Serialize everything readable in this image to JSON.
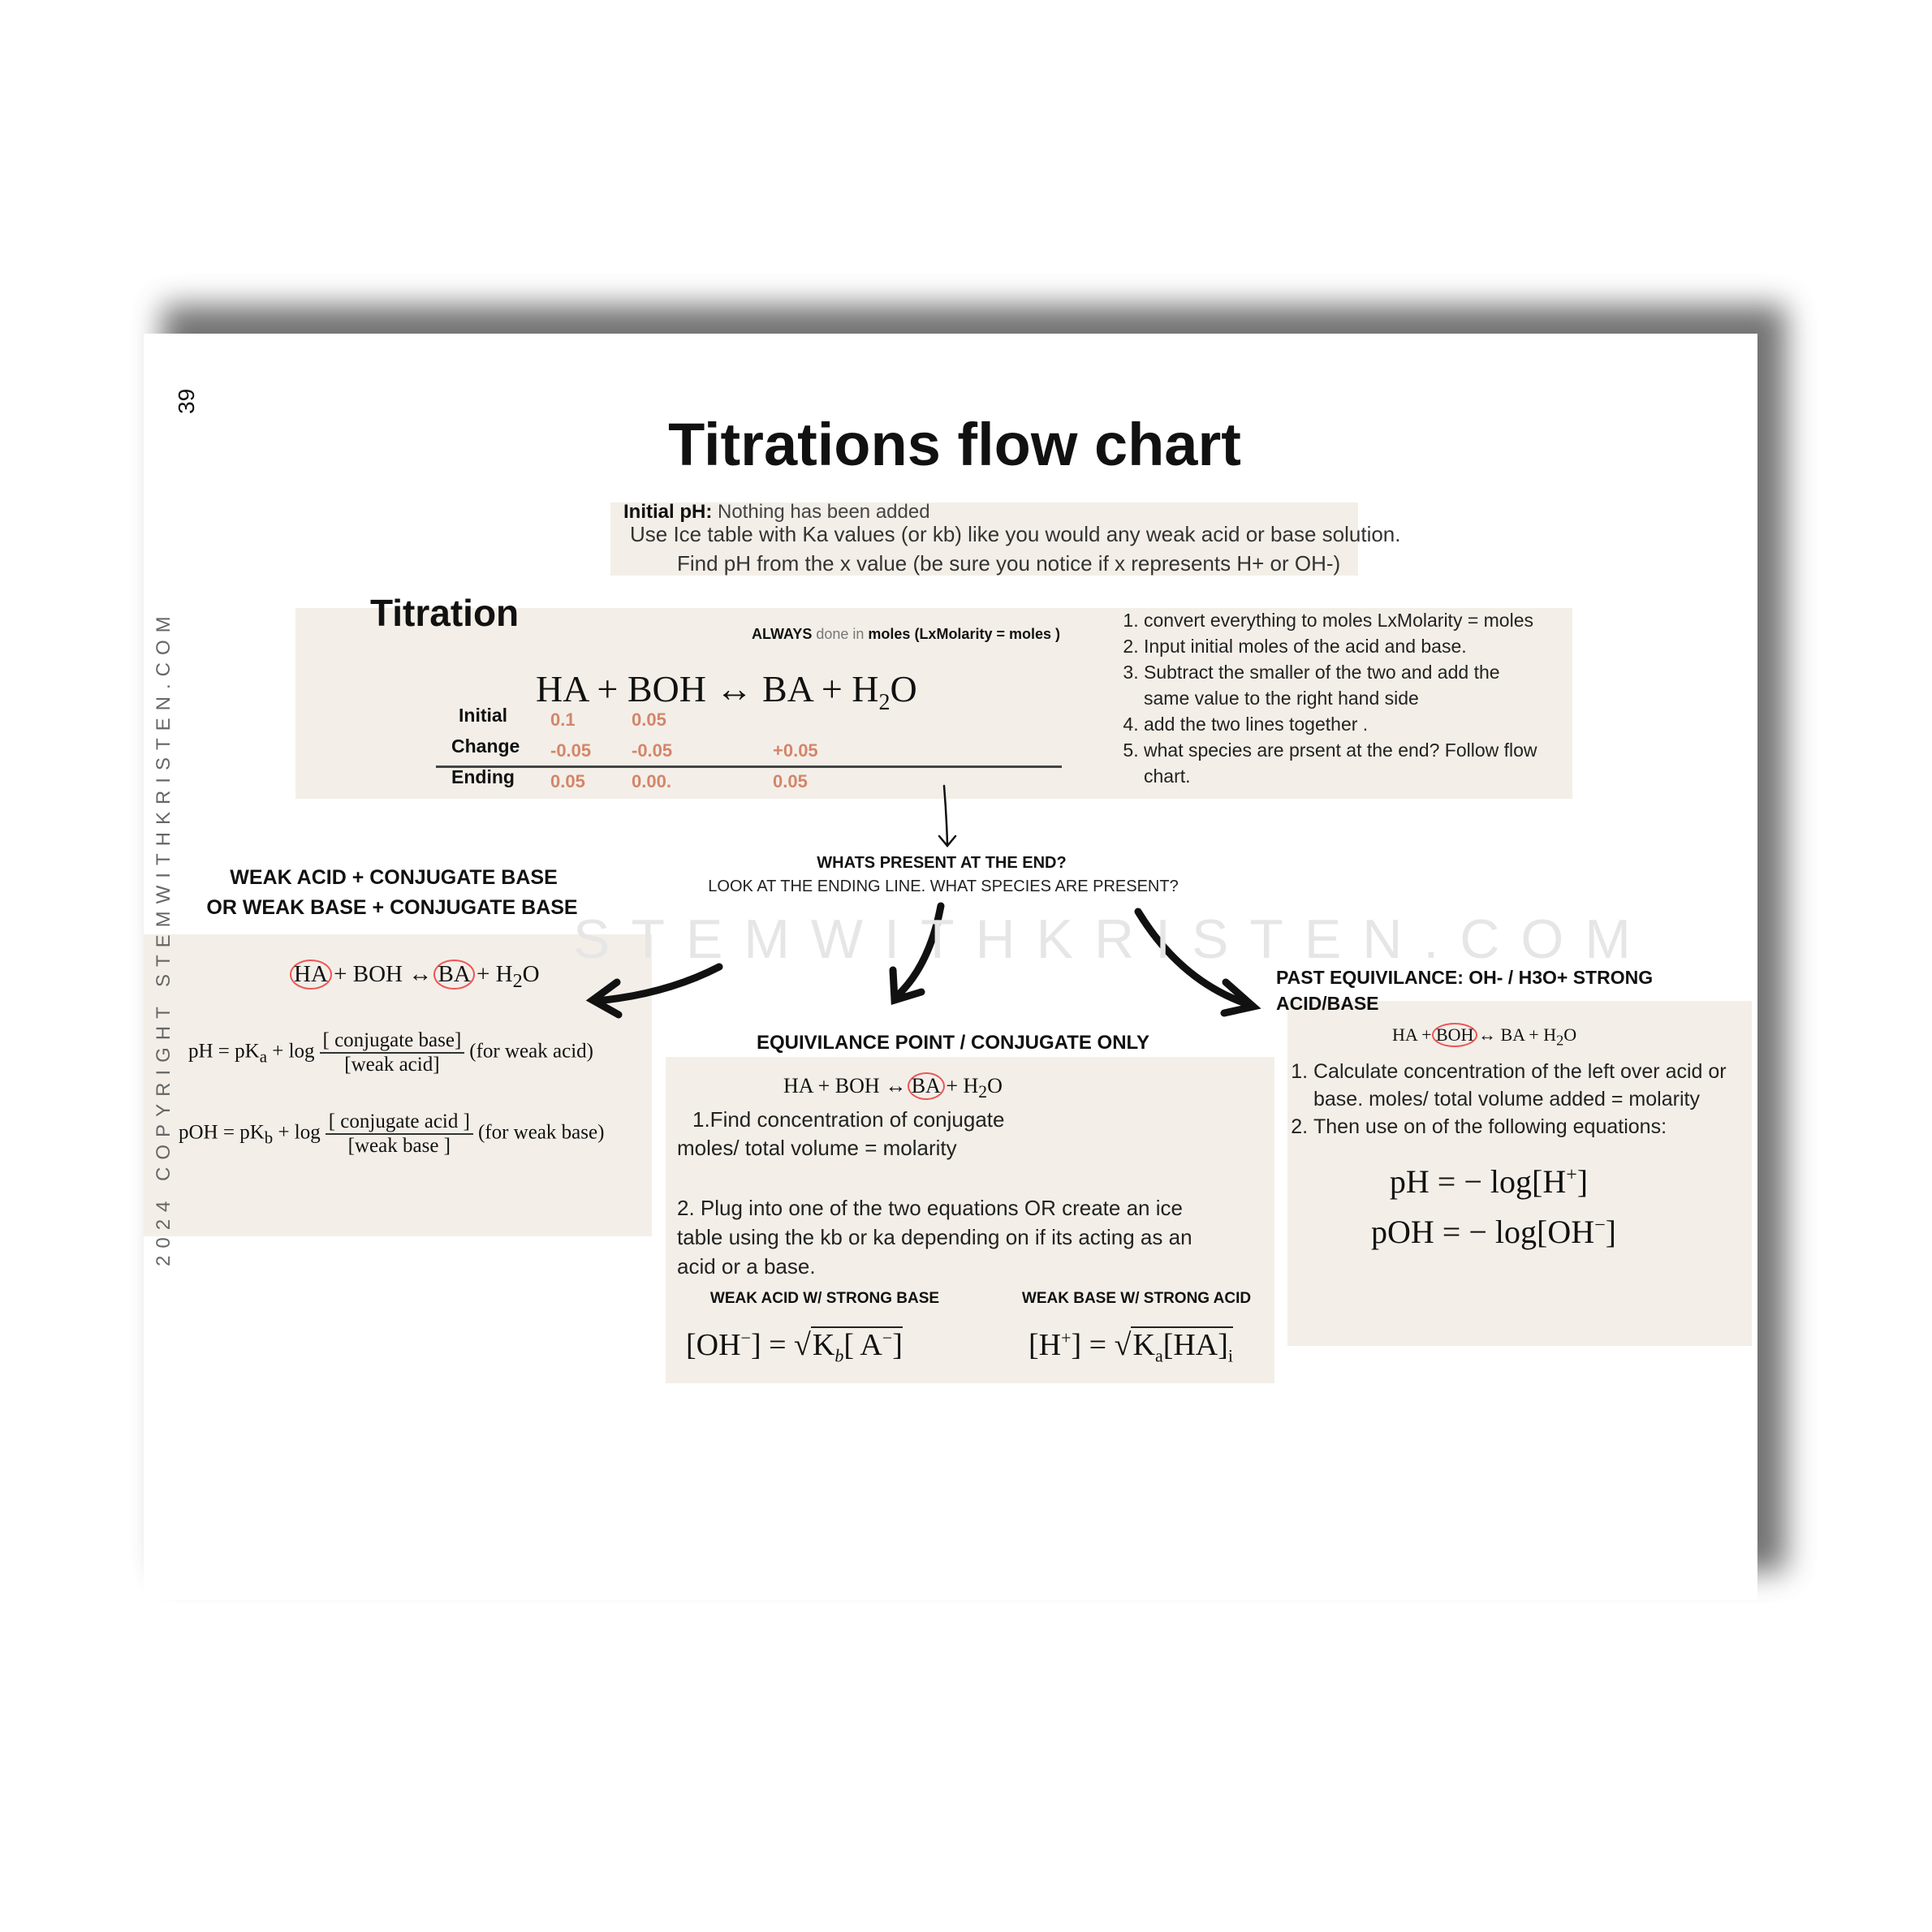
{
  "page_number": "39",
  "title": "Titrations flow chart",
  "watermark": "STEMWITHKRISTEN.COM",
  "copyright": "2024 COPYRIGHT STEMWITHKRISTEN.COM",
  "initial_ph": {
    "label": "Initial pH:",
    "note": "Nothing has been added",
    "line1": "Use Ice table with Ka values (or kb) like you would any weak acid or base solution.",
    "line2": "Find pH from the x value (be sure you notice if x represents H+ or OH-)"
  },
  "titration": {
    "heading": "Titration",
    "always": "ALWAYS",
    "done_in": " done in ",
    "moles": "moles (LxMolarity = moles )",
    "equation": {
      "a": "HA + BOH ↔ BA + H",
      "sub": "2",
      "b": "O"
    },
    "rows": [
      {
        "label": "Initial",
        "values": [
          "0.1",
          "0.05",
          ""
        ]
      },
      {
        "label": "Change",
        "values": [
          "-0.05",
          "-0.05",
          "+0.05"
        ]
      },
      {
        "label": "Ending",
        "values": [
          "0.05",
          "0.00.",
          "0.05"
        ]
      }
    ],
    "steps": [
      "convert everything to moles  LxMolarity = moles",
      "Input initial moles of the acid and base.",
      "Subtract the smaller of the two and add the same value  to the right hand side",
      " add the two lines together .",
      "what species are prsent at the end? Follow flow chart."
    ]
  },
  "question": {
    "title": "WHATS PRESENT AT THE END?",
    "subtitle": "LOOK AT THE ENDING LINE. WHAT SPECIES ARE PRESENT?"
  },
  "reaction_tokens": [
    "HA",
    " + ",
    "BOH",
    " ↔ ",
    "BA",
    " + H",
    "2",
    "O"
  ],
  "buffer": {
    "heading1": "WEAK ACID + CONJUGATE BASE",
    "heading2": "OR WEAK BASE + CONJUGATE BASE",
    "ph_lhs": "pH = pK",
    "ph_sub": "a",
    "log": " + log",
    "ph_num": "[ conjugate base]",
    "ph_den": "[weak acid]",
    "ph_note": "(for weak acid)",
    "poh_lhs": "pOH = pK",
    "poh_sub": "b",
    "poh_num": "[ conjugate acid ]",
    "poh_den": "[weak base ]",
    "poh_note": "(for weak base)"
  },
  "equivalence": {
    "heading": "EQUIVILANCE POINT / CONJUGATE ONLY",
    "step1a": "1.Find concentration of conjugate",
    "step1b": "moles/ total volume = molarity",
    "step2": "2. Plug into one of the two equations OR create an ice table using the kb or ka depending on if its acting as an acid or a base.",
    "left_label": "WEAK ACID W/ STRONG BASE",
    "right_label": "WEAK BASE W/ STRONG ACID",
    "left_eq": {
      "lhs": "[OH",
      "sup": "−",
      "mid": "] = √",
      "k": "K",
      "ksub": "b",
      "rhs": "[ A",
      "rsup": "−",
      "end": "]"
    },
    "right_eq": {
      "lhs": "[H",
      "sup": "+",
      "mid": "] = √",
      "k": "K",
      "ksub": "a",
      "rhs": "[HA]",
      "rsub": "i"
    }
  },
  "past": {
    "heading": "PAST EQUIVILANCE: OH- / H3O+  STRONG ACID/BASE",
    "steps": [
      "Calculate concentration of the left over acid or base. moles/ total volume added = molarity",
      "Then use on of the following equations:"
    ],
    "ph_eq": {
      "lhs": "pH = − log[H",
      "sup": "+",
      "end": "]"
    },
    "poh_eq": {
      "lhs": "pOH = − log[OH",
      "sup": "−",
      "end": "]"
    }
  },
  "colors": {
    "panel": "#f3efe8",
    "values": "#d4856a",
    "circle": "#ee5555"
  }
}
